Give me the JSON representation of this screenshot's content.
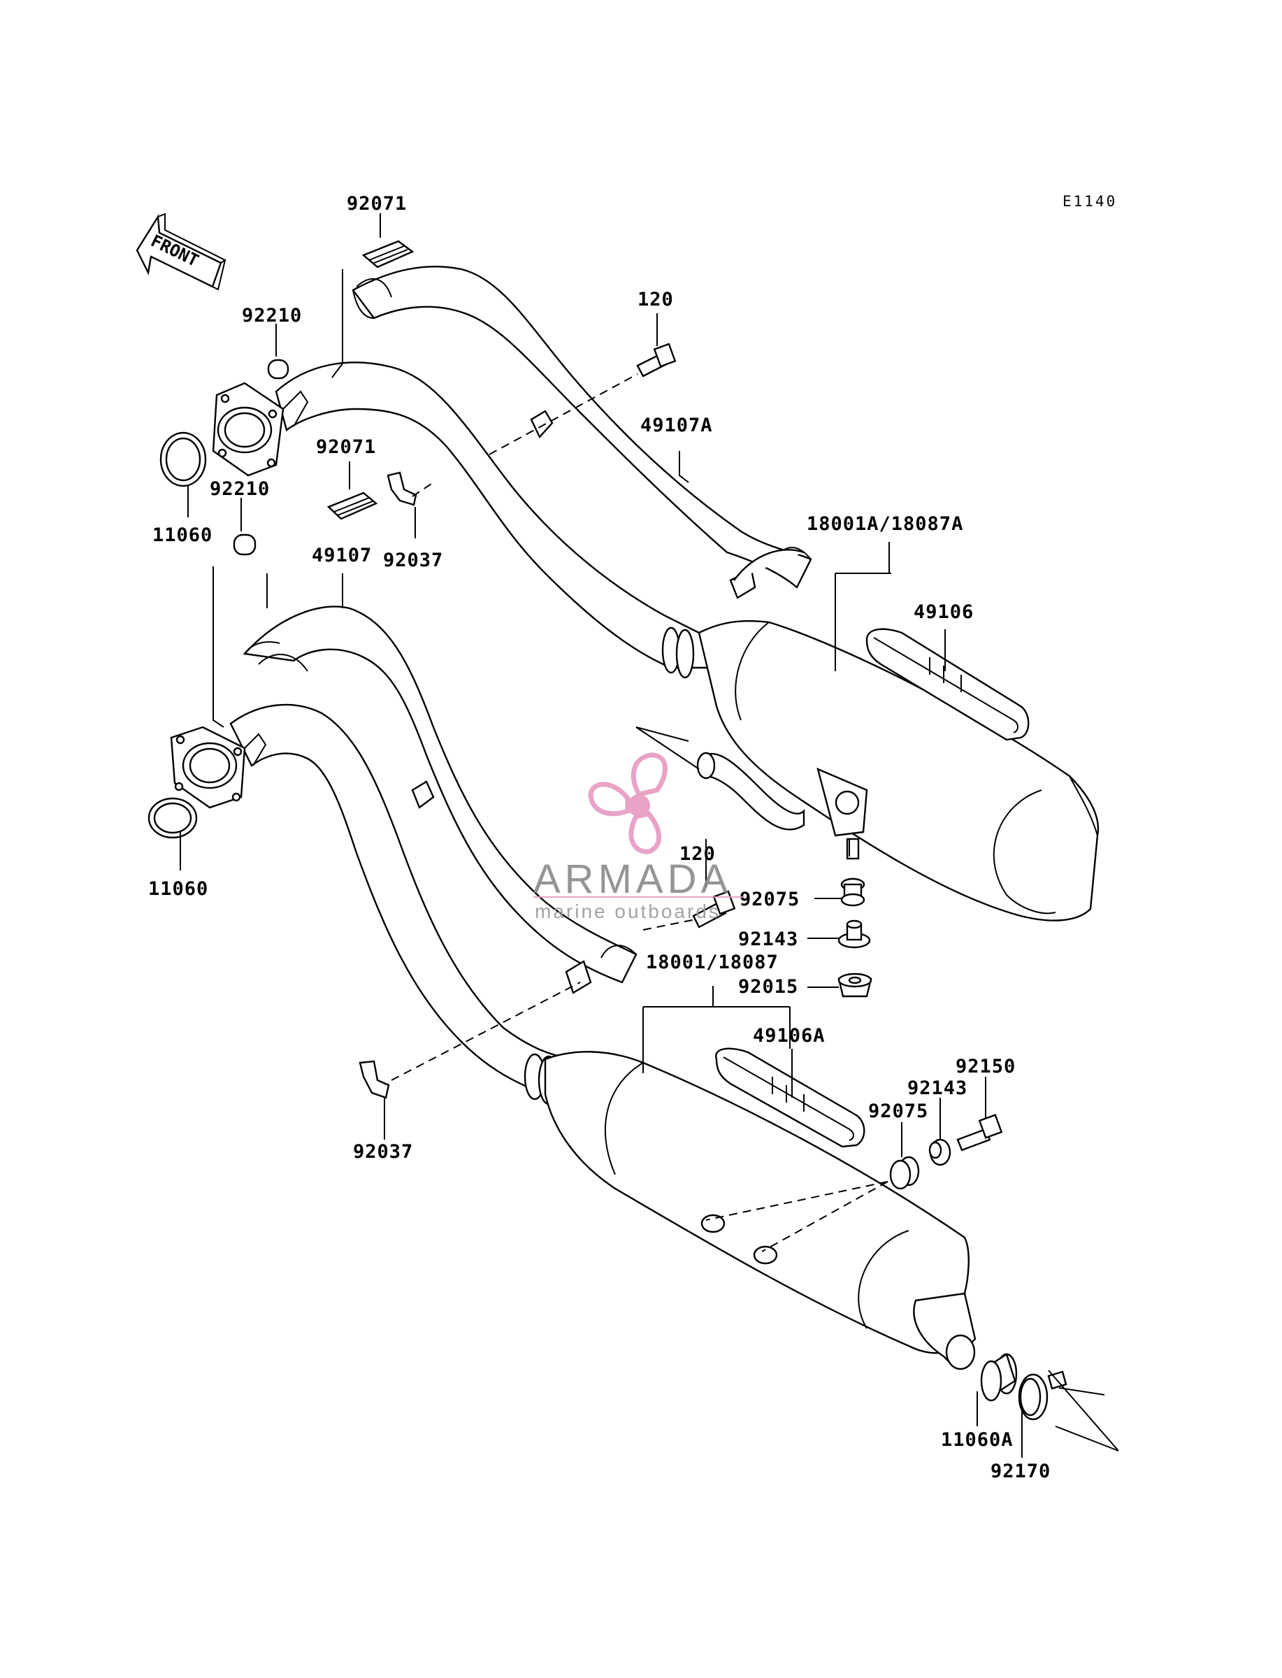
{
  "diagram_code": "E1140",
  "front_label": "FRONT",
  "watermark": {
    "name": "ARMADA",
    "tagline": "marine outboards",
    "colors": {
      "pink": "#e79ac0",
      "gray": "#8a8a8a"
    }
  },
  "parts": {
    "p92071_top": "92071",
    "p92210_top": "92210",
    "p120_top": "120",
    "p49107A": "49107A",
    "p92071_mid": "92071",
    "p92210_mid": "92210",
    "p11060_top": "11060",
    "p92037_top": "92037",
    "p18001A_18087A": "18001A/18087A",
    "p49106": "49106",
    "p49107": "49107",
    "p11060_bottom": "11060",
    "p120_mid": "120",
    "p92075_top": "92075",
    "p92143_top": "92143",
    "p18001_18087": "18001/18087",
    "p92015": "92015",
    "p49106A": "49106A",
    "p92150": "92150",
    "p92143_bottom": "92143",
    "p92075_bottom": "92075",
    "p92037_bottom": "92037",
    "p11060A": "11060A",
    "p92170": "92170"
  }
}
